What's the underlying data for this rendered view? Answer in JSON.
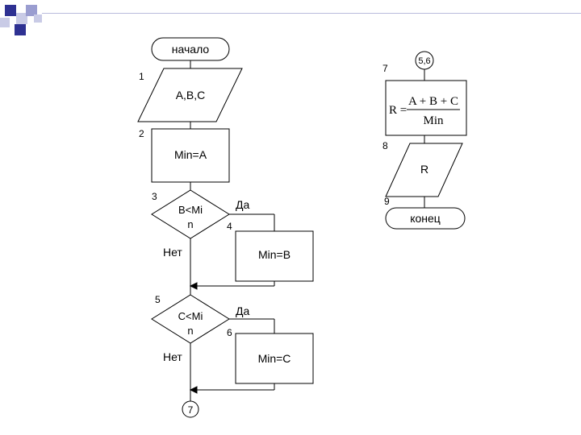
{
  "blocks": {
    "start": "начало",
    "input": "A,B,C",
    "assign_min_a": "Min=A",
    "cond1_line1": "B<Mi",
    "cond1_line2": "n",
    "assign_min_b": "Min=B",
    "cond2_line1": "C<Mi",
    "cond2_line2": "n",
    "assign_min_c": "Min=C",
    "connector_bottom": "7",
    "connector_top": "5,6",
    "output": "R",
    "end": "конец"
  },
  "formula": {
    "lhs": "R =",
    "numerator": "A + B + C",
    "denominator": "Min"
  },
  "branch_labels": {
    "yes1": "Да",
    "no1": "Нет",
    "yes2": "Да",
    "no2": "Нет"
  },
  "step_numbers": {
    "n1": "1",
    "n2": "2",
    "n3": "3",
    "n4": "4",
    "n5": "5",
    "n6": "6",
    "n7": "7",
    "n8": "8",
    "n9": "9"
  },
  "colors": {
    "deco_dark": "#2e3192",
    "deco_light": "#c9cbe6",
    "deco_mid": "#9a9dd0",
    "line": "#000000"
  }
}
